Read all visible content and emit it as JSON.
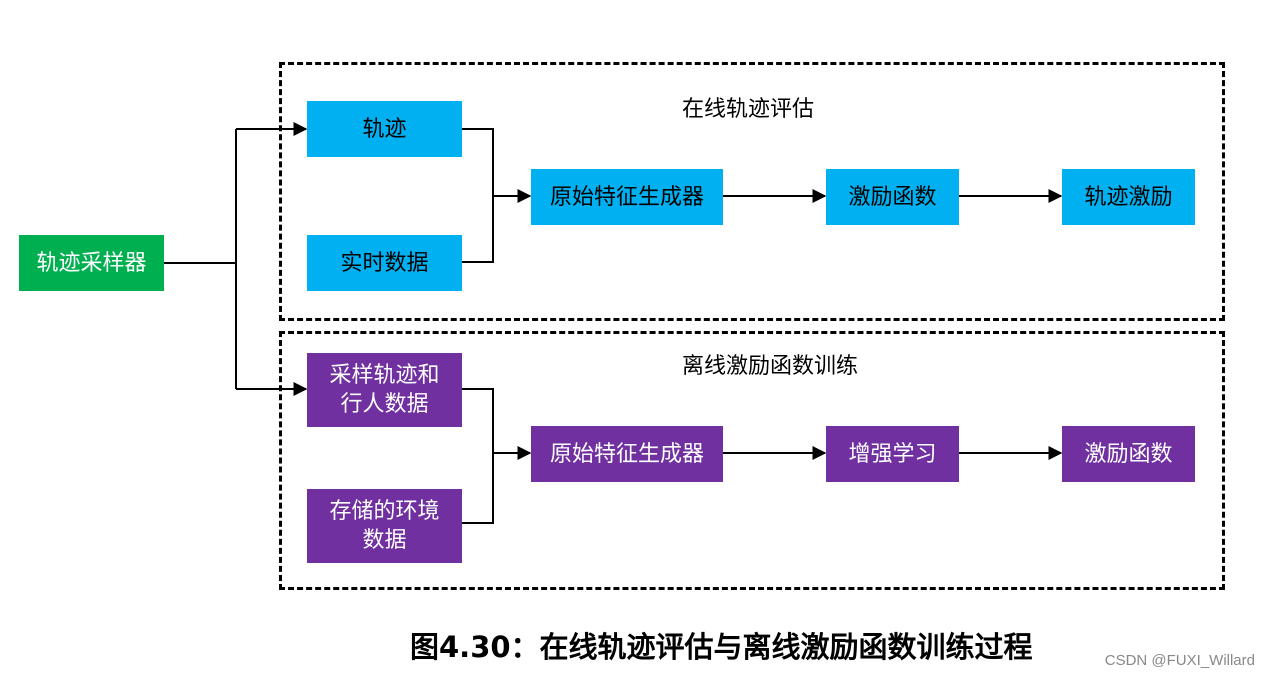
{
  "groups": {
    "online": {
      "title": "在线轨迹评估"
    },
    "offline": {
      "title": "离线激励函数训练"
    }
  },
  "nodes": {
    "sampler": "轨迹采样器",
    "online": {
      "trajectory": "轨迹",
      "realtime": "实时数据",
      "feature_gen": "原始特征生成器",
      "reward_fn": "激励函数",
      "traj_reward": "轨迹激励"
    },
    "offline": {
      "sampled": "采样轨迹和\n行人数据",
      "stored": "存储的环境\n数据",
      "feature_gen": "原始特征生成器",
      "rl": "增强学习",
      "reward_fn": "激励函数"
    }
  },
  "caption": "图4.30：在线轨迹评估与离线激励函数训练过程",
  "watermark": "CSDN @FUXI_Willard",
  "colors": {
    "online_box": "#00b0f0",
    "offline_box": "#7030a0",
    "sampler_box": "#00b050"
  }
}
